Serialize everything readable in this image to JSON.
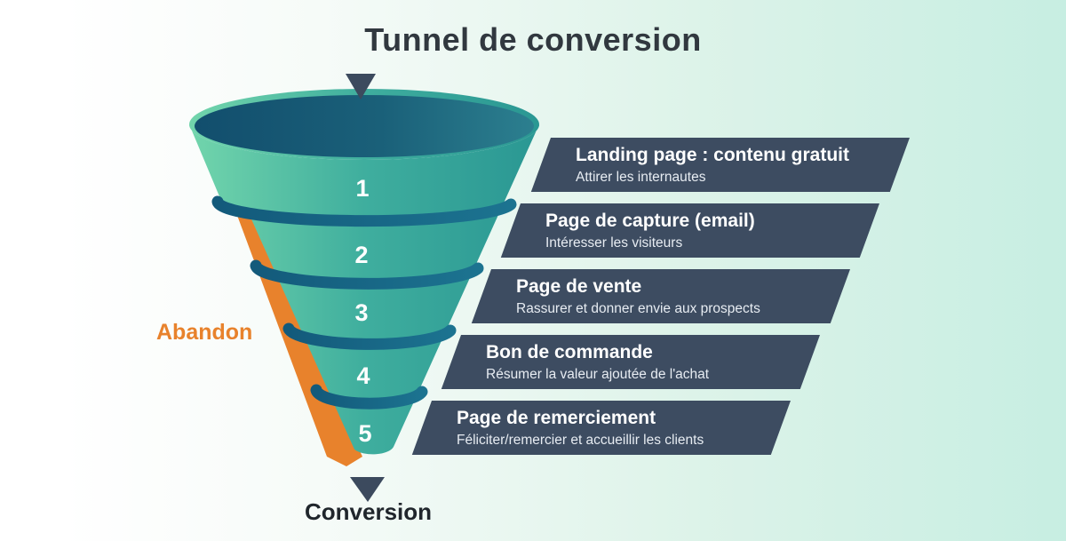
{
  "title": "Tunnel de conversion",
  "funnel": {
    "segments": [
      "1",
      "2",
      "3",
      "4",
      "5"
    ],
    "abandon_label": "Abandon",
    "conversion_label": "Conversion",
    "icons": {
      "top_arrow": "triangle-down",
      "bottom_arrow": "triangle-down"
    }
  },
  "stages": [
    {
      "title": "Landing page : contenu gratuit",
      "subtitle": "Attirer les internautes"
    },
    {
      "title": "Page de capture (email)",
      "subtitle": "Intéresser les visiteurs"
    },
    {
      "title": "Page de vente",
      "subtitle": "Rassurer et donner envie aux prospects"
    },
    {
      "title": "Bon de commande",
      "subtitle": "Résumer la valeur ajoutée de l'achat"
    },
    {
      "title": "Page de remerciement",
      "subtitle": "Féliciter/remercier et accueillir les clients"
    }
  ],
  "colors": {
    "background_left": "#ffffff",
    "background_right": "#c7eee2",
    "funnel_body_left": "#72d5ac",
    "funnel_body_right": "#2a9793",
    "funnel_rim_dark": "#124e6d",
    "segment_band": "#17617f",
    "abandon_orange": "#e8822c",
    "stage_banner": "#3d4c61",
    "arrow_slate": "#3c4a5e",
    "title_text": "#31383f"
  }
}
